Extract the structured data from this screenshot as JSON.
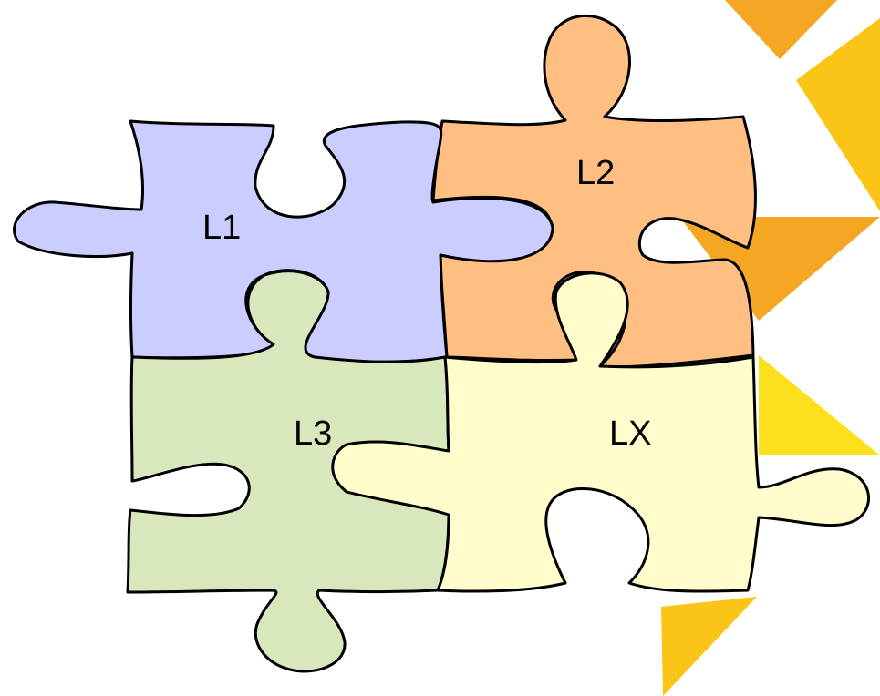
{
  "colors": {
    "triangle_dark": "#F5A623",
    "triangle_mid": "#FAC516",
    "triangle_light": "#FCE01C"
  },
  "pieces": {
    "l1": {
      "label": "L1",
      "fill": "#CBCCFF"
    },
    "l2": {
      "label": "L2",
      "fill": "#FFBE82"
    },
    "l3": {
      "label": "L3",
      "fill": "#D8E8BC"
    },
    "lx": {
      "label": "LX",
      "fill": "#FFFDCB"
    }
  }
}
